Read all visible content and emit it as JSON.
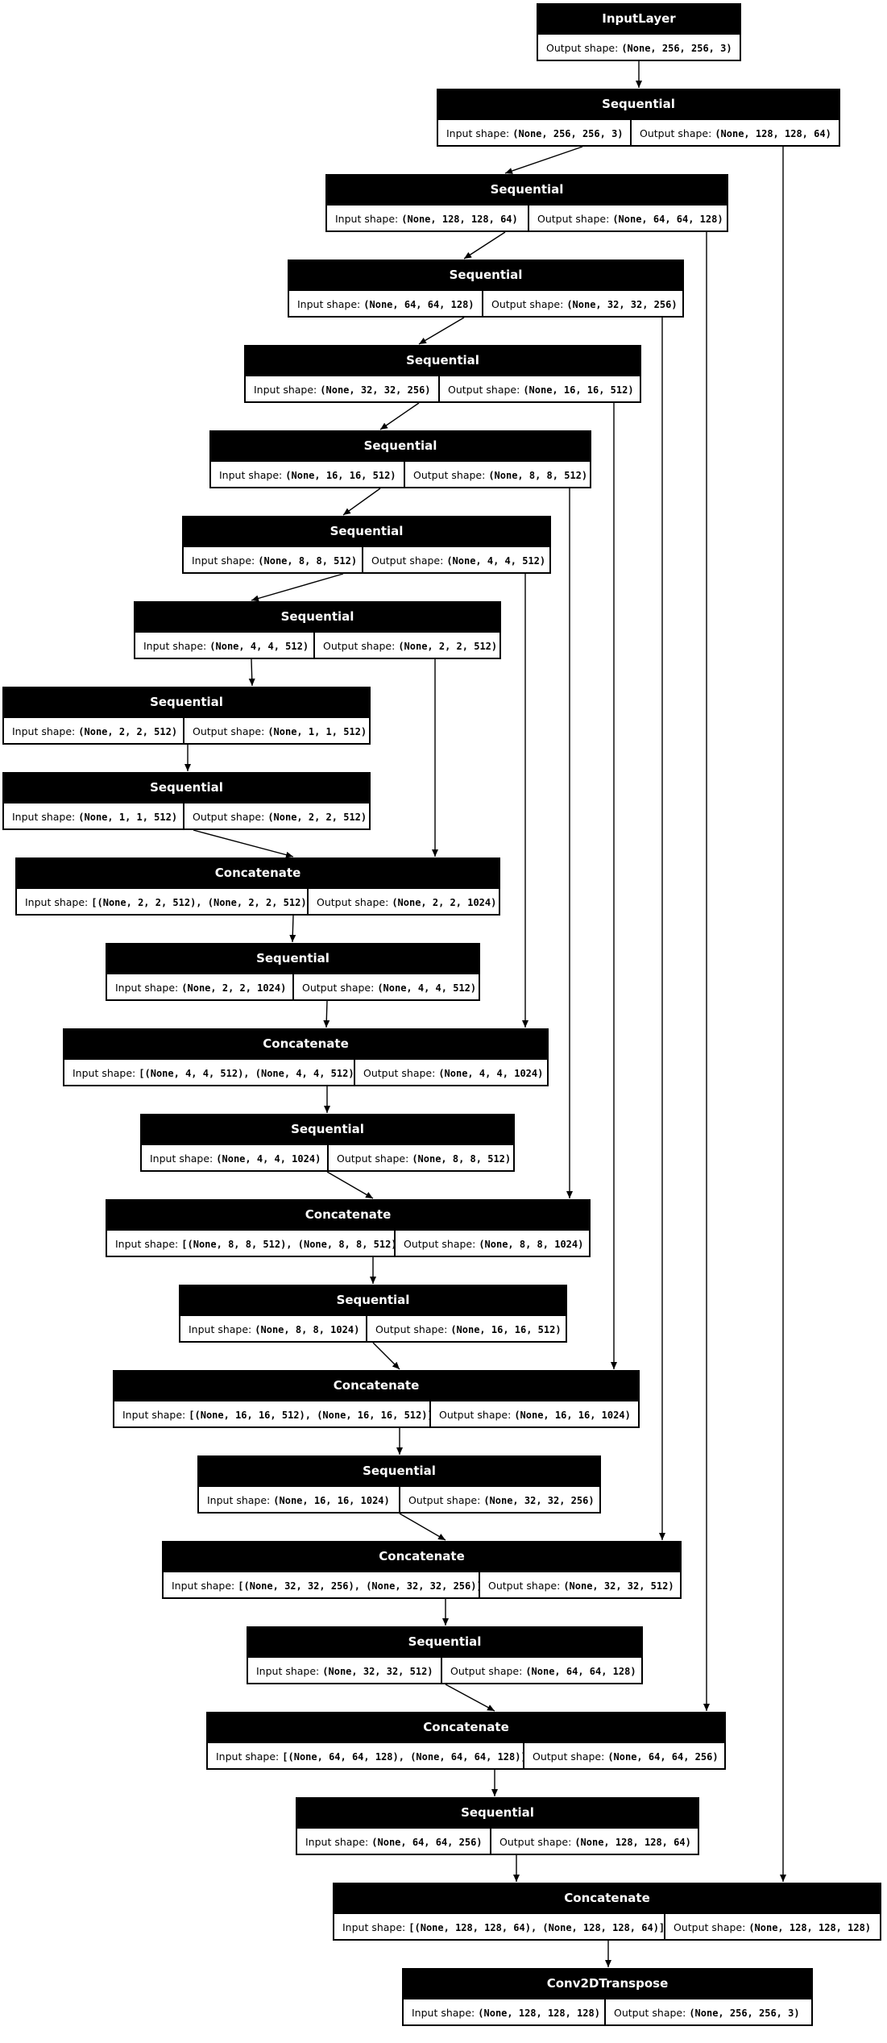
{
  "diagram": {
    "nodes": [
      {
        "id": "n0",
        "title": "InputLayer",
        "input": null,
        "output": "(None, 256, 256, 3)"
      },
      {
        "id": "n1",
        "title": "Sequential",
        "input": "(None, 256, 256, 3)",
        "output": "(None, 128, 128, 64)"
      },
      {
        "id": "n2",
        "title": "Sequential",
        "input": "(None, 128, 128, 64)",
        "output": "(None, 64, 64, 128)"
      },
      {
        "id": "n3",
        "title": "Sequential",
        "input": "(None, 64, 64, 128)",
        "output": "(None, 32, 32, 256)"
      },
      {
        "id": "n4",
        "title": "Sequential",
        "input": "(None, 32, 32, 256)",
        "output": "(None, 16, 16, 512)"
      },
      {
        "id": "n5",
        "title": "Sequential",
        "input": "(None, 16, 16, 512)",
        "output": "(None, 8, 8, 512)"
      },
      {
        "id": "n6",
        "title": "Sequential",
        "input": "(None, 8, 8, 512)",
        "output": "(None, 4, 4, 512)"
      },
      {
        "id": "n7",
        "title": "Sequential",
        "input": "(None, 4, 4, 512)",
        "output": "(None, 2, 2, 512)"
      },
      {
        "id": "n8",
        "title": "Sequential",
        "input": "(None, 2, 2, 512)",
        "output": "(None, 1, 1, 512)"
      },
      {
        "id": "n9",
        "title": "Sequential",
        "input": "(None, 1, 1, 512)",
        "output": "(None, 2, 2, 512)"
      },
      {
        "id": "n10",
        "title": "Concatenate",
        "input": "[(None, 2, 2, 512), (None, 2, 2, 512)]",
        "output": "(None, 2, 2, 1024)"
      },
      {
        "id": "n11",
        "title": "Sequential",
        "input": "(None, 2, 2, 1024)",
        "output": "(None, 4, 4, 512)"
      },
      {
        "id": "n12",
        "title": "Concatenate",
        "input": "[(None, 4, 4, 512), (None, 4, 4, 512)]",
        "output": "(None, 4, 4, 1024)"
      },
      {
        "id": "n13",
        "title": "Sequential",
        "input": "(None, 4, 4, 1024)",
        "output": "(None, 8, 8, 512)"
      },
      {
        "id": "n14",
        "title": "Concatenate",
        "input": "[(None, 8, 8, 512), (None, 8, 8, 512)]",
        "output": "(None, 8, 8, 1024)"
      },
      {
        "id": "n15",
        "title": "Sequential",
        "input": "(None, 8, 8, 1024)",
        "output": "(None, 16, 16, 512)"
      },
      {
        "id": "n16",
        "title": "Concatenate",
        "input": "[(None, 16, 16, 512), (None, 16, 16, 512)]",
        "output": "(None, 16, 16, 1024)"
      },
      {
        "id": "n17",
        "title": "Sequential",
        "input": "(None, 16, 16, 1024)",
        "output": "(None, 32, 32, 256)"
      },
      {
        "id": "n18",
        "title": "Concatenate",
        "input": "[(None, 32, 32, 256), (None, 32, 32, 256)]",
        "output": "(None, 32, 32, 512)"
      },
      {
        "id": "n19",
        "title": "Sequential",
        "input": "(None, 32, 32, 512)",
        "output": "(None, 64, 64, 128)"
      },
      {
        "id": "n20",
        "title": "Concatenate",
        "input": "[(None, 64, 64, 128), (None, 64, 64, 128)]",
        "output": "(None, 64, 64, 256)"
      },
      {
        "id": "n21",
        "title": "Sequential",
        "input": "(None, 64, 64, 256)",
        "output": "(None, 128, 128, 64)"
      },
      {
        "id": "n22",
        "title": "Concatenate",
        "input": "[(None, 128, 128, 64), (None, 128, 128, 64)]",
        "output": "(None, 128, 128, 128)"
      },
      {
        "id": "n23",
        "title": "Conv2DTranspose",
        "input": "(None, 128, 128, 128)",
        "output": "(None, 256, 256, 3)"
      }
    ],
    "edges": [
      [
        "n0",
        "n1"
      ],
      [
        "n1",
        "n2"
      ],
      [
        "n2",
        "n3"
      ],
      [
        "n3",
        "n4"
      ],
      [
        "n4",
        "n5"
      ],
      [
        "n5",
        "n6"
      ],
      [
        "n6",
        "n7"
      ],
      [
        "n7",
        "n8"
      ],
      [
        "n8",
        "n9"
      ],
      [
        "n9",
        "n10"
      ],
      [
        "n7",
        "n10"
      ],
      [
        "n10",
        "n11"
      ],
      [
        "n11",
        "n12"
      ],
      [
        "n6",
        "n12"
      ],
      [
        "n12",
        "n13"
      ],
      [
        "n13",
        "n14"
      ],
      [
        "n5",
        "n14"
      ],
      [
        "n14",
        "n15"
      ],
      [
        "n15",
        "n16"
      ],
      [
        "n4",
        "n16"
      ],
      [
        "n16",
        "n17"
      ],
      [
        "n17",
        "n18"
      ],
      [
        "n3",
        "n18"
      ],
      [
        "n18",
        "n19"
      ],
      [
        "n19",
        "n20"
      ],
      [
        "n2",
        "n20"
      ],
      [
        "n20",
        "n21"
      ],
      [
        "n21",
        "n22"
      ],
      [
        "n1",
        "n22"
      ],
      [
        "n22",
        "n23"
      ]
    ],
    "input_label": "Input shape:",
    "output_label": "Output shape:"
  }
}
